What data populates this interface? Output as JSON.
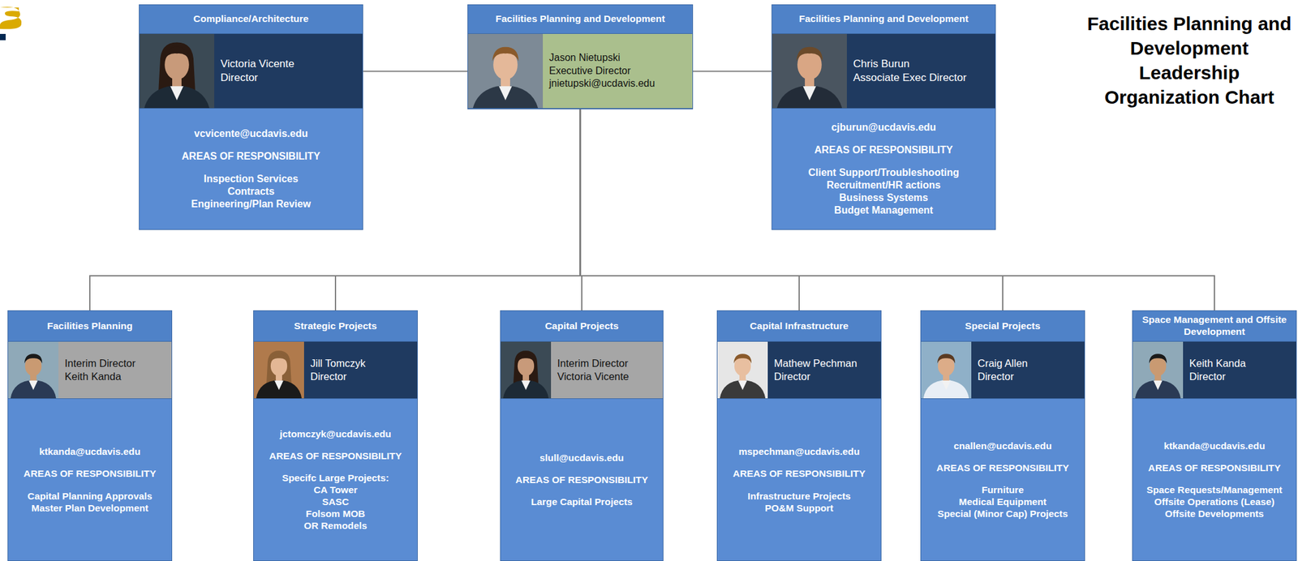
{
  "diagram": {
    "title": "Facilities Planning and Development Leadership Organization Chart",
    "nodes": [
      {
        "text": [
          "Compliance/Architecture",
          "Victoria Vicente",
          "Director",
          "vcvicente@ucdavis.edu",
          "AREAS OF RESPONSIBILITY",
          "Inspection Services",
          "Contracts",
          "Engineering/Plan Review"
        ]
      },
      {
        "text": [
          "Facilities Planning and Development",
          "Jason Nietupski",
          "Executive Director",
          "jnietupski@ucdavis.edu"
        ]
      },
      {
        "text": [
          "Facilities Planning and Development",
          "Chris Burun",
          "Associate Exec Director",
          "cjburun@ucdavis.edu",
          "AREAS OF RESPONSIBILITY",
          "Client Support/Troubleshooting",
          "Recruitment/HR actions",
          "Business Systems",
          "Budget Management"
        ]
      },
      {
        "text": [
          "Facilities Planning",
          "Interim Director",
          "Keith Kanda",
          "ktkanda@ucdavis.edu",
          "AREAS OF RESPONSIBILITY",
          "Capital Planning Approvals",
          "Master Plan Development"
        ]
      },
      {
        "text": [
          "Strategic Projects",
          "Jill Tomczyk",
          "Director",
          "jctomczyk@ucdavis.edu",
          "AREAS OF RESPONSIBILITY",
          "Specifc Large Projects:",
          "CA Tower",
          "SASC",
          "Folsom MOB",
          "OR Remodels"
        ]
      },
      {
        "text": [
          "Capital Projects",
          "Interim Director",
          "Victoria Vicente",
          "slull@ucdavis.edu",
          "AREAS OF RESPONSIBILITY",
          "Large Capital Projects"
        ]
      },
      {
        "text": [
          "Capital Infrastructure",
          "Mathew Pechman",
          "Director",
          "mspechman@ucdavis.edu",
          "AREAS OF RESPONSIBILITY",
          "Infrastructure Projects",
          "PO&M Support"
        ]
      },
      {
        "text": [
          "Special Projects",
          "Craig Allen",
          "Director",
          "cnallen@ucdavis.edu",
          "AREAS OF RESPONSIBILITY",
          "Furniture",
          "Medical Equipment",
          "Special (Minor Cap) Projects"
        ]
      },
      {
        "text": [
          "Space Management and Offsite Development",
          "Keith Kanda",
          "Director",
          "ktkanda@ucdavis.edu",
          "AREAS OF RESPONSIBILITY",
          "Space Requests/Management",
          "Offsite Operations (Lease)",
          "Offsite Developments"
        ]
      }
    ],
    "edges": [
      {
        "from": 1,
        "to": 0,
        "arrow": "none"
      },
      {
        "from": 1,
        "to": 2,
        "arrow": "none"
      },
      {
        "from": 1,
        "to": 3,
        "arrow": "none"
      },
      {
        "from": 1,
        "to": 4,
        "arrow": "none"
      },
      {
        "from": 1,
        "to": 5,
        "arrow": "none"
      },
      {
        "from": 1,
        "to": 6,
        "arrow": "none"
      },
      {
        "from": 1,
        "to": 7,
        "arrow": "none"
      },
      {
        "from": 1,
        "to": 8,
        "arrow": "none"
      }
    ]
  }
}
